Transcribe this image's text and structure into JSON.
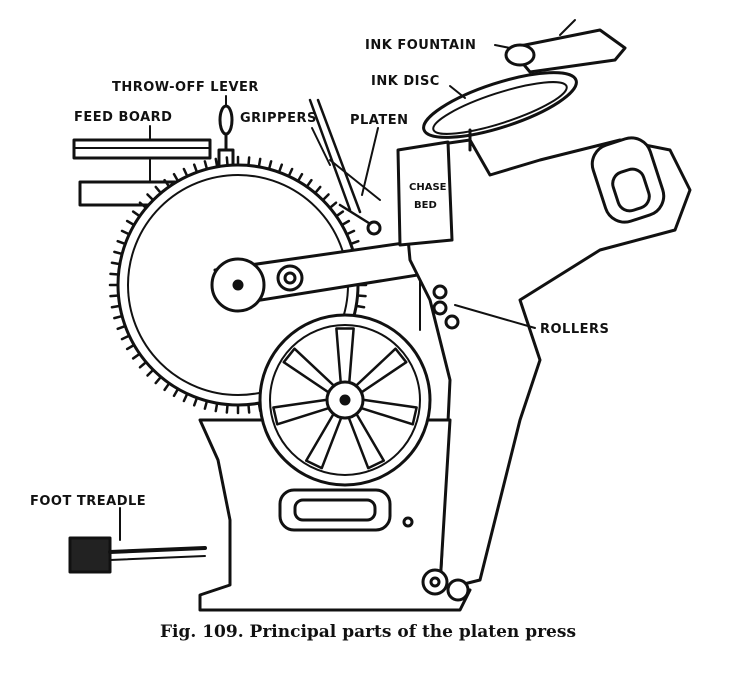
{
  "labels": {
    "ink_fountain": "INK FOUNTAIN",
    "ink_disc": "INK DISC",
    "throw_off_lever": "THROW-OFF LEVER",
    "feed_board": "FEED BOARD",
    "grippers": "GRIPPERS",
    "platen": "PLATEN",
    "chase": "CHASE",
    "bed": "BED",
    "rollers": "ROLLERS",
    "foot_treadle": "FOOT TREADLE"
  },
  "caption": "Fig. 109. Principal parts of the platen press",
  "colors": {
    "ink": "#111111",
    "paper": "#ffffff"
  }
}
